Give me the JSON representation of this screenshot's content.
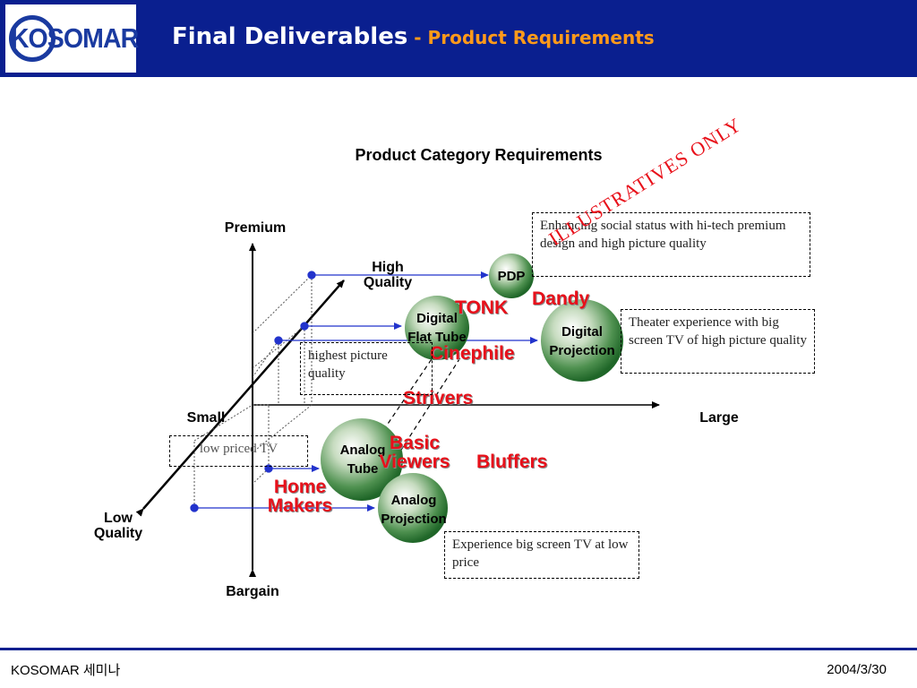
{
  "header": {
    "logo": "KOSOMAR",
    "title": "Final Deliverables",
    "subtitle": " - Product Requirements"
  },
  "diagram": {
    "title": "Product Category Requirements",
    "axes": {
      "top": "Premium",
      "bottom": "Bargain",
      "left": "Small",
      "right": "Large",
      "diag_high": "High\nQuality",
      "diag_low": "Low\nQuality"
    },
    "bubbles": {
      "pdp": "PDP",
      "digital_flat_tube": "Digital\nFlat Tube",
      "digital_projection": "Digital\nProjection",
      "analog_tube": "Analog\nTube",
      "analog_projection": "Analog\nProjection"
    },
    "segments": {
      "dandy": "Dandy",
      "tonk": "TONK",
      "cinephile": "Cinephile",
      "strivers": "Strivers",
      "basic_viewers": "Basic\nViewers",
      "bluffers": "Bluffers",
      "home_makers": "Home\nMakers"
    },
    "notes": {
      "social_status": "Enhancing social status  with hi-tech premium design and high picture quality",
      "theater": "Theater experience with big screen TV of high picture quality",
      "highest_picture": "highest picture quality",
      "low_priced": "low priced TV",
      "big_screen_low": "Experience big screen TV at low price"
    },
    "watermark": "ILLUSTRATIVES ONLY"
  },
  "footer": {
    "left": "KOSOMAR 세미나",
    "right": "2004/3/30"
  },
  "colors": {
    "header_bg": "#0a1f8f",
    "subtitle": "#ff9a1a",
    "segment_text": "#e8101a",
    "bubble_green": "#2f7a33",
    "arrow_blue": "#2233cc"
  }
}
